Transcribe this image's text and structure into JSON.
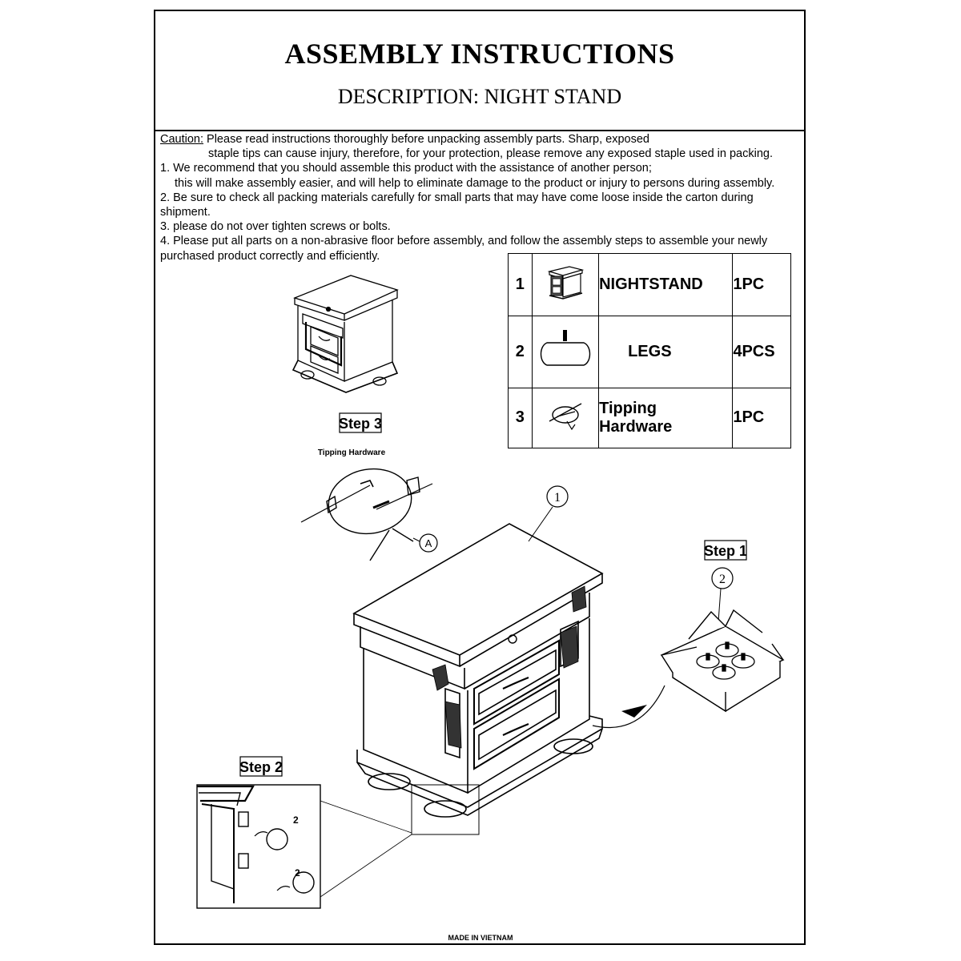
{
  "header": {
    "title": "ASSEMBLY INSTRUCTIONS",
    "subtitle": "DESCRIPTION: NIGHT  STAND"
  },
  "notes": {
    "caution_label": "Caution:",
    "caution_line1": " Please read instructions thoroughly before unpacking assembly parts. Sharp, exposed",
    "caution_line2": "staple tips can cause injury, therefore, for your protection, please remove any exposed staple used in packing.",
    "note1_line1": "1. We recommend that you should assemble this product with the assistance of another person;",
    "note1_line2": "this will make assembly easier, and will help to eliminate damage to the product or injury to persons during assembly.",
    "note2_line1": "2. Be sure to check all packing materials carefully for small parts that may have come loose inside the carton during",
    "note2_line2": "shipment.",
    "note3": "3. please do not over tighten screws or bolts.",
    "note4_line1": "4. Please put all parts on a non-abrasive floor before assembly, and follow the assembly steps to assemble your newly",
    "note4_line2": "purchased product correctly and efficiently."
  },
  "parts": [
    {
      "num": "1",
      "name": "NIGHTSTAND",
      "qty": "1PC",
      "icon": "nightstand-icon"
    },
    {
      "num": "2",
      "name": "LEGS",
      "qty": "4PCS",
      "icon": "leg-icon"
    },
    {
      "num": "3",
      "name": "Tipping Hardware",
      "qty": "1PC",
      "icon": "tipping-hardware-icon"
    }
  ],
  "steps": {
    "step1": "Step 1",
    "step2": "Step 2",
    "step3": "Step 3",
    "tipping_label": "Tipping Hardware"
  },
  "callouts": {
    "part1": "1",
    "part2": "2",
    "marker_a": "A",
    "knob1": "2",
    "knob2": "2"
  },
  "footer": {
    "made_in": "MADE IN VIETNAM"
  }
}
